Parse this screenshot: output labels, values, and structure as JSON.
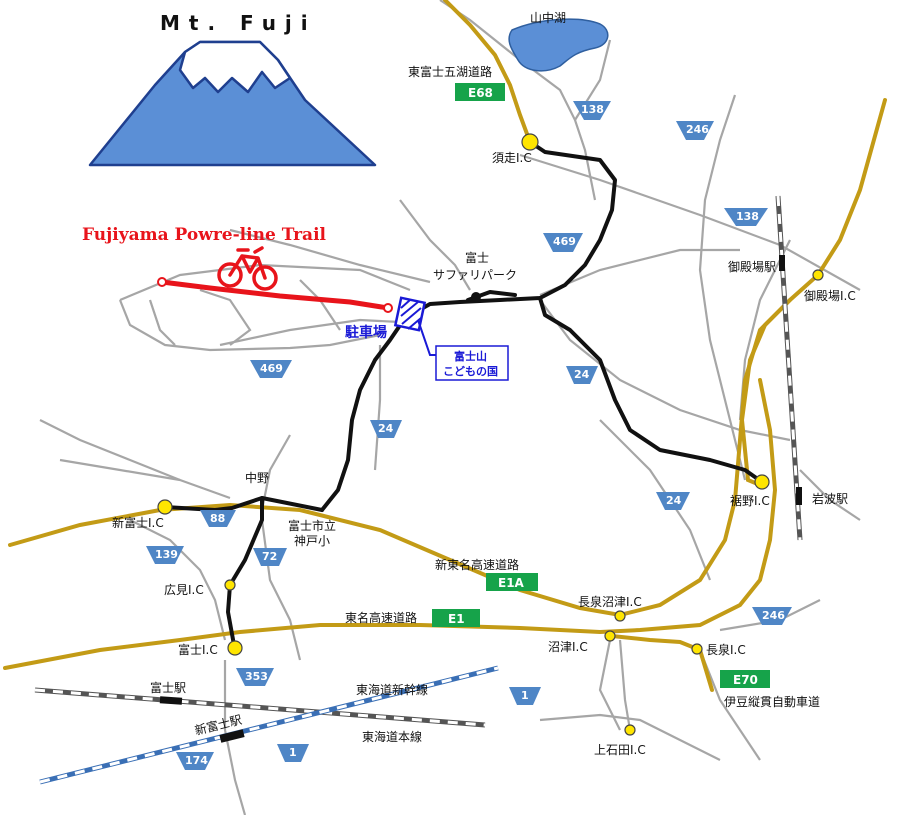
{
  "title": "Mt. Fuji",
  "trail": {
    "name": "Fujiyama Powre-line Trail",
    "color": "#e8141b"
  },
  "lake": "山中湖",
  "parking": "駐車場",
  "kids_land": {
    "line1": "富士山",
    "line2": "こどもの国"
  },
  "safari": {
    "line1": "富士",
    "line2": "サファリパーク"
  },
  "school": {
    "line1": "富士市立",
    "line2": "神戸小"
  },
  "colors": {
    "expressway": "#c39b16",
    "main_road": "#111111",
    "minor_road": "#a6a6a6",
    "route_badge": "#4f86c6",
    "expressway_badge": "#16a34a",
    "interchange": "#ffe500",
    "mountain": "#5b8fd6",
    "mountain_outline": "#1f3f8f",
    "lake": "#5b8fd6"
  },
  "expressways": {
    "higashi_fuji_goko": {
      "name": "東富士五湖道路",
      "code": "E68"
    },
    "shin_tomei": {
      "name": "新東名高速道路",
      "code": "E1A"
    },
    "tomei": {
      "name": "東名高速道路",
      "code": "E1"
    },
    "izu_jukan": {
      "name": "伊豆縦貫自動車道",
      "code": "E70"
    }
  },
  "interchanges": {
    "subashiri": "須走I.C",
    "gotemba": "御殿場I.C",
    "susono": "裾野I.C",
    "shin_fuji": "新富士I.C",
    "hiromi": "広見I.C",
    "fuji": "富士I.C",
    "nagaizumi_numazu": "長泉沼津I.C",
    "numazu": "沼津I.C",
    "nagaizumi": "長泉I.C",
    "kamitogari": "上石田I.C"
  },
  "stations": {
    "gotemba": "御殿場駅",
    "iwanami": "岩波駅",
    "fuji": "富士駅",
    "shin_fuji": "新富士駅"
  },
  "railways": {
    "shinkansen": "東海道新幹線",
    "main_line": "東海道本線"
  },
  "places": {
    "nakano": "中野"
  },
  "routes": {
    "r138a": "138",
    "r246a": "246",
    "r138b": "138",
    "r469a": "469",
    "r469b": "469",
    "r24a": "24",
    "r24b": "24",
    "r24c": "24",
    "r88": "88",
    "r139": "139",
    "r72": "72",
    "r353": "353",
    "r246b": "246",
    "r1a": "1",
    "r1b": "1",
    "r174": "174"
  }
}
